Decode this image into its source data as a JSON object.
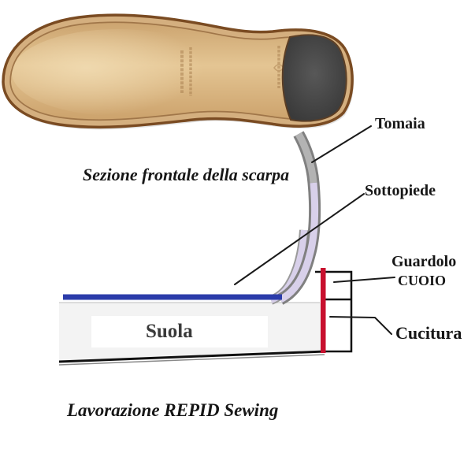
{
  "diagram": {
    "title": "Sezione frontale della scarpa",
    "caption": "Lavorazione REPID Sewing"
  },
  "labels": {
    "tomaia": "Tomaia",
    "sottopiede": "Sottopiede",
    "guardolo": "Guardolo",
    "cuoio": "CUOIO",
    "suola": "Suola",
    "cucitura": "Cucitura"
  },
  "colors": {
    "insole": "#2b3caa",
    "stitch": "#c8102e",
    "cucitura_text": "#a3121f",
    "caption_text": "#c8161d",
    "upper_lining": "#d8d0ea",
    "heel_rubber": "#3a3a3a"
  }
}
